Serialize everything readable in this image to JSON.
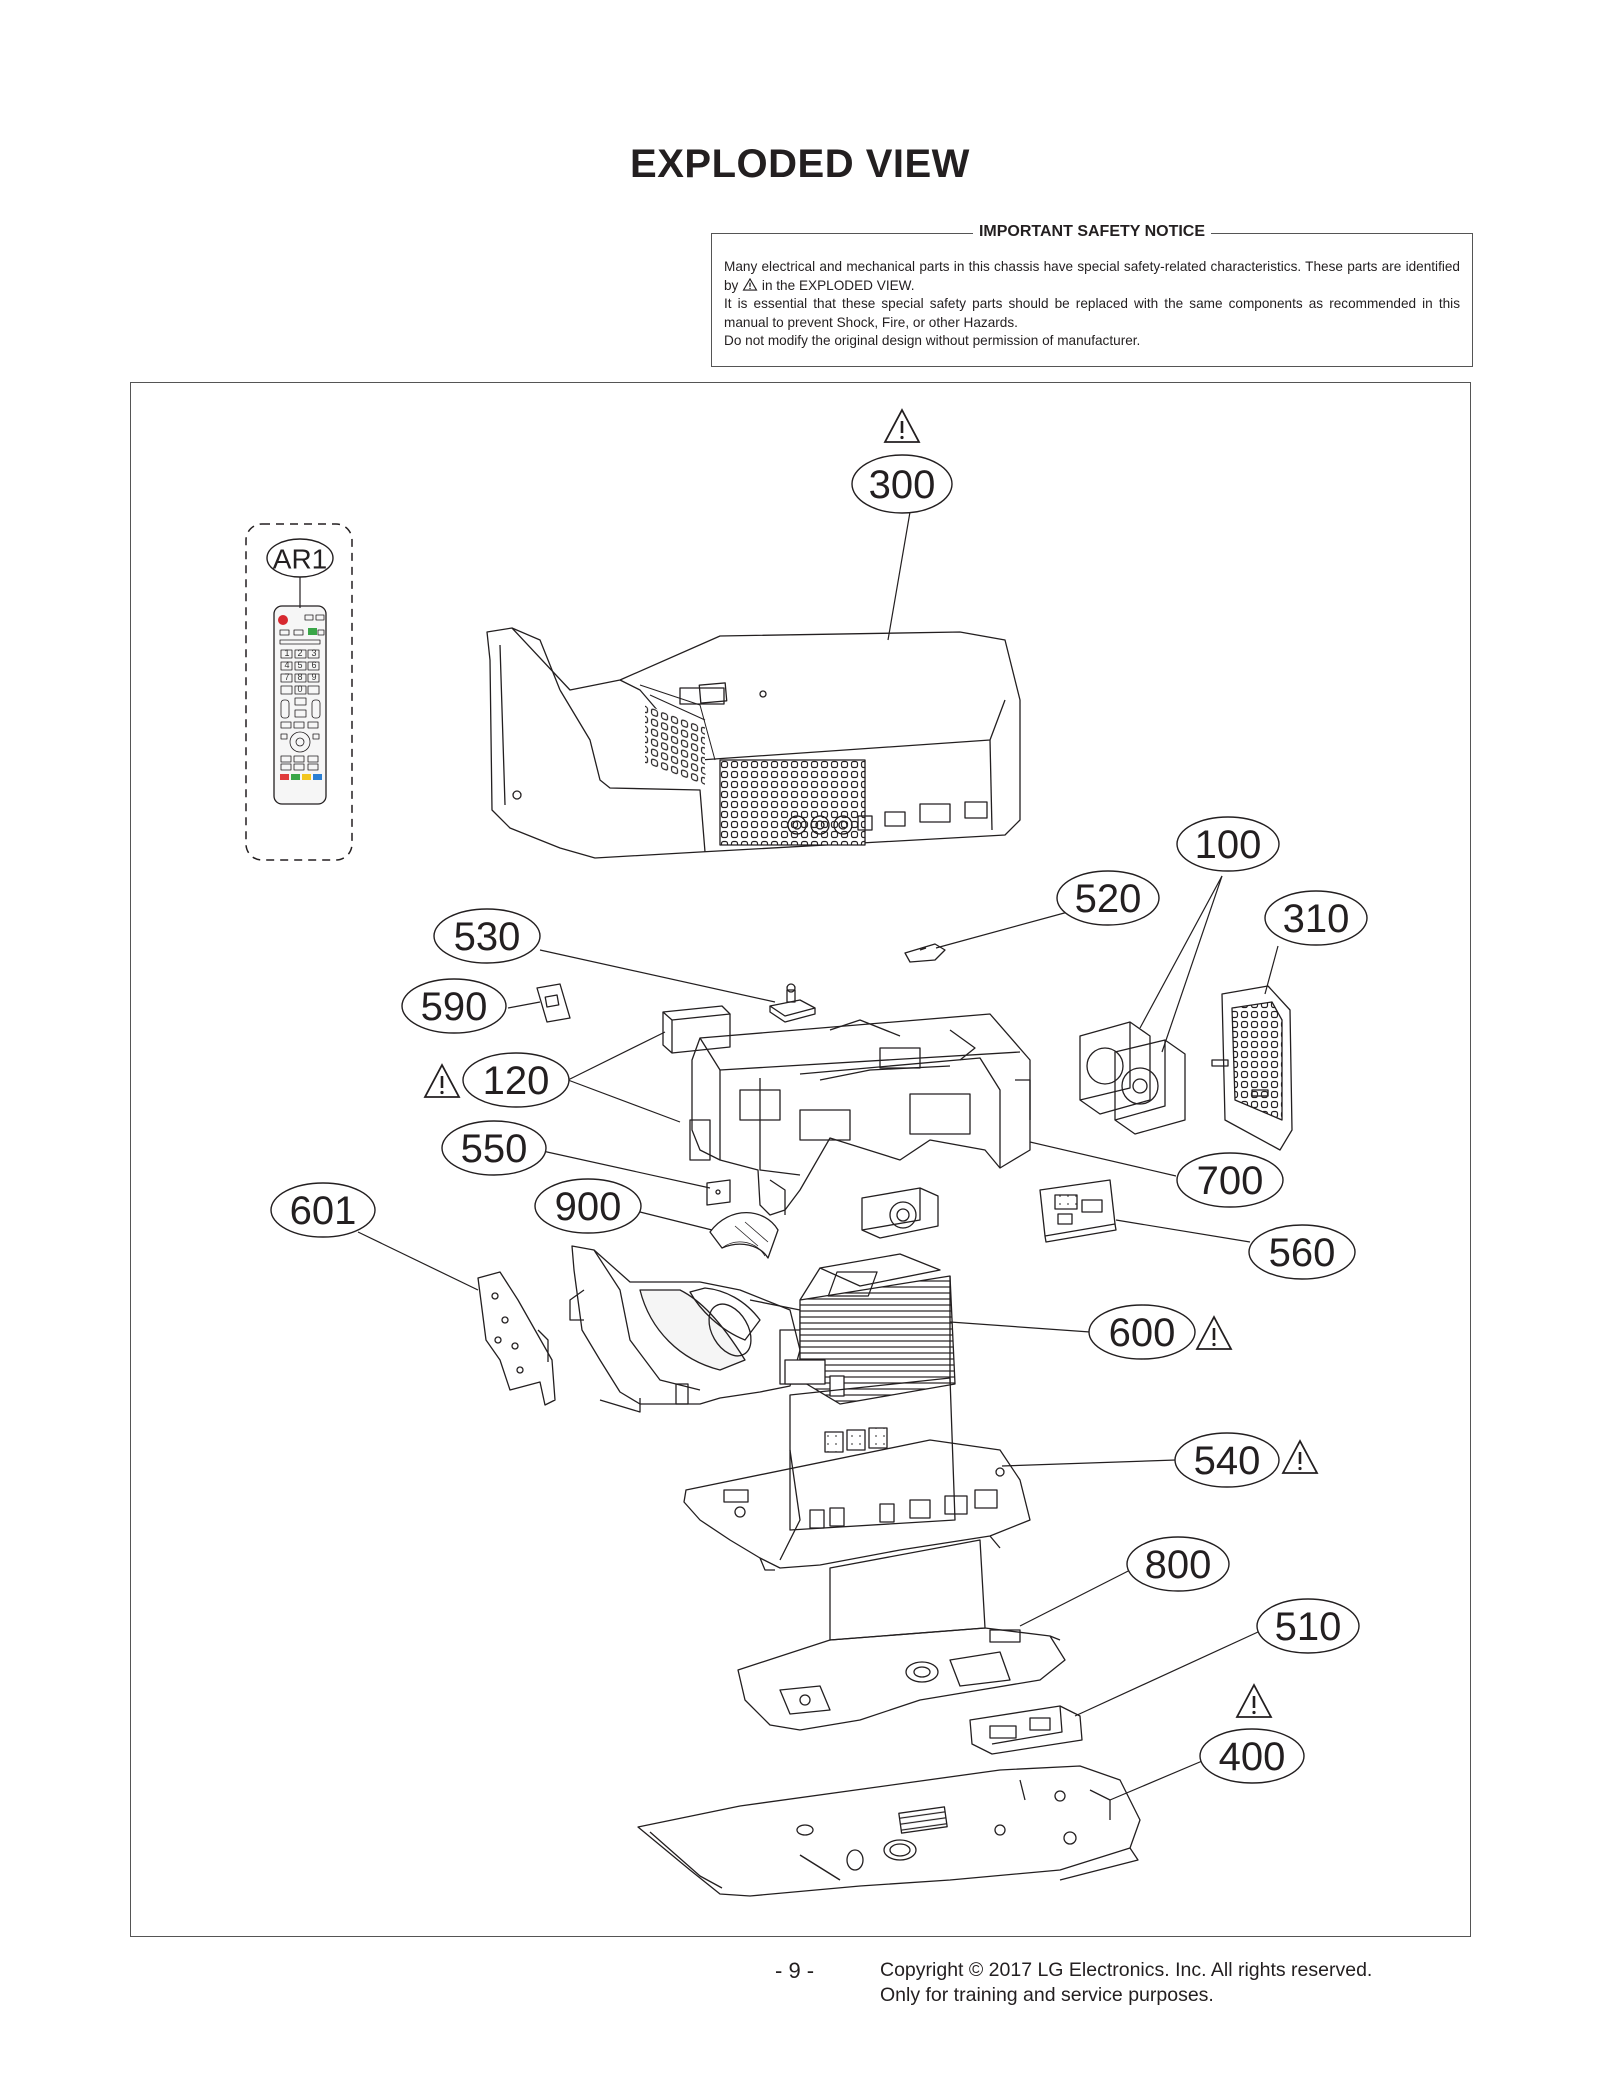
{
  "page": {
    "title": "EXPLODED VIEW",
    "page_number": "- 9 -",
    "copyright": "Copyright  © 2017 LG Electronics. Inc. All rights reserved.",
    "usage": "Only for training and service purposes."
  },
  "notice": {
    "title": "IMPORTANT SAFETY NOTICE",
    "line1": "Many electrical and mechanical parts in this chassis have special safety-related characteristics. These parts are identified by",
    "line1_end": "in the EXPLODED VIEW.",
    "line2": "It is essential that these special safety parts should be replaced with the same components as recommended in this manual to prevent Shock, Fire, or other Hazards.",
    "line3": "Do not modify the original design without permission of manufacturer."
  },
  "callouts": {
    "c300": "300",
    "cAR1": "AR1",
    "c100": "100",
    "c520": "520",
    "c310": "310",
    "c530": "530",
    "c590": "590",
    "c120": "120",
    "c550": "550",
    "c700": "700",
    "c601": "601",
    "c900": "900",
    "c560": "560",
    "c600": "600",
    "c540": "540",
    "c800": "800",
    "c510": "510",
    "c400": "400"
  },
  "remote_keys": {
    "k1": "1",
    "k2": "2",
    "k3": "3",
    "k4": "4",
    "k5": "5",
    "k6": "6",
    "k7": "7",
    "k8": "8",
    "k9": "9",
    "k0": "0"
  },
  "colors": {
    "line": "#231f20",
    "power_key": "#d7282f",
    "key_red": "#e03a3a",
    "key_green": "#3aa648",
    "key_yellow": "#f2c61f",
    "key_blue": "#2a7fd4"
  }
}
